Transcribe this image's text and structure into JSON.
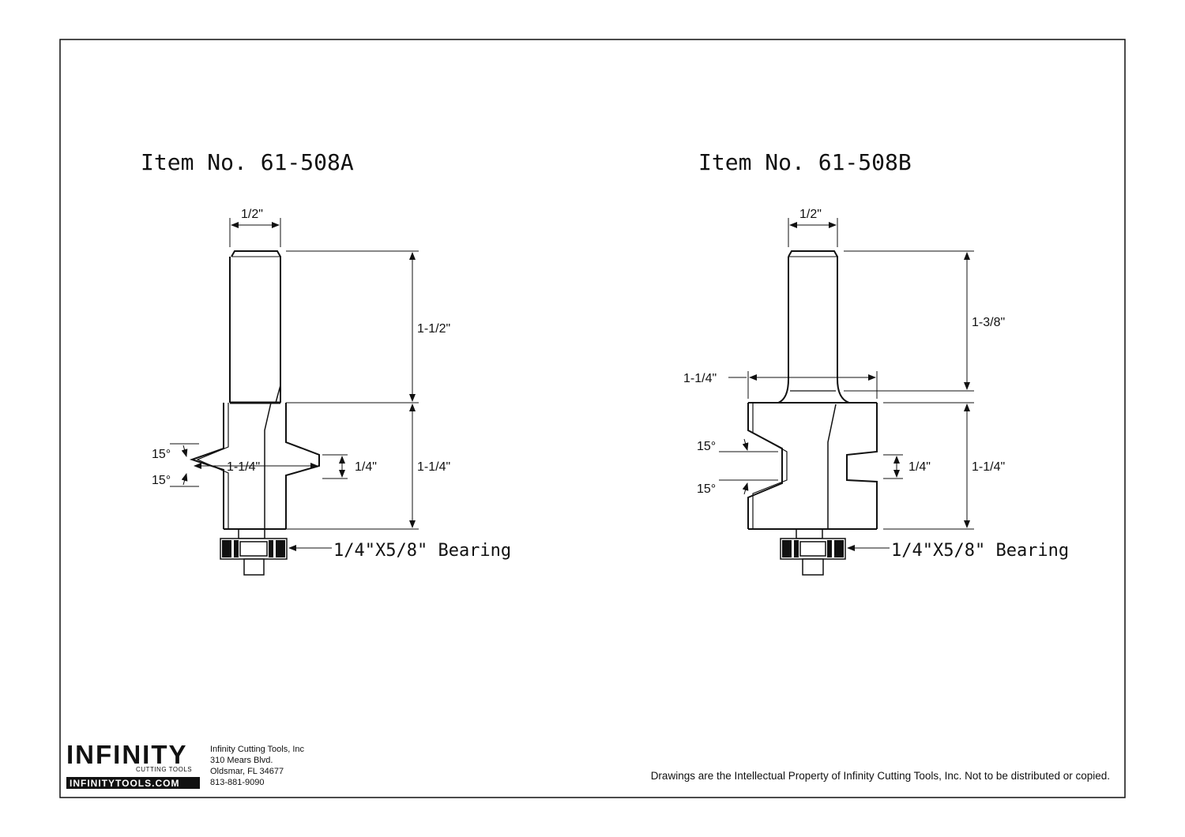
{
  "drawings": [
    {
      "item_title": "Item No. 61-508A",
      "shank_diameter": "1/2\"",
      "shank_length": "1-1/2\"",
      "cutter_height": "1-1/4\"",
      "cutter_diameter": "1-1/4\"",
      "profile_height": "1/4\"",
      "angle_top": "15°",
      "angle_bottom": "15°",
      "bearing": "1/4\"X5/8\" Bearing"
    },
    {
      "item_title": "Item No. 61-508B",
      "shank_diameter": "1/2\"",
      "shank_length": "1-3/8\"",
      "cutter_height": "1-1/4\"",
      "cutter_diameter": "1-1/4\"",
      "profile_height": "1/4\"",
      "angle_top": "15°",
      "angle_bottom": "15°",
      "bearing": "1/4\"X5/8\" Bearing"
    }
  ],
  "logo": {
    "brand": "INFINITY",
    "tagline": "CUTTING TOOLS",
    "website": "INFINITYTOOLS.COM"
  },
  "company": {
    "name": "Infinity Cutting Tools, Inc",
    "street": "310 Mears Blvd.",
    "city": "Oldsmar, FL  34677",
    "phone": "813-881-9090"
  },
  "disclaimer": "Drawings are the Intellectual Property of Infinity Cutting Tools, Inc. Not to be distributed or copied."
}
